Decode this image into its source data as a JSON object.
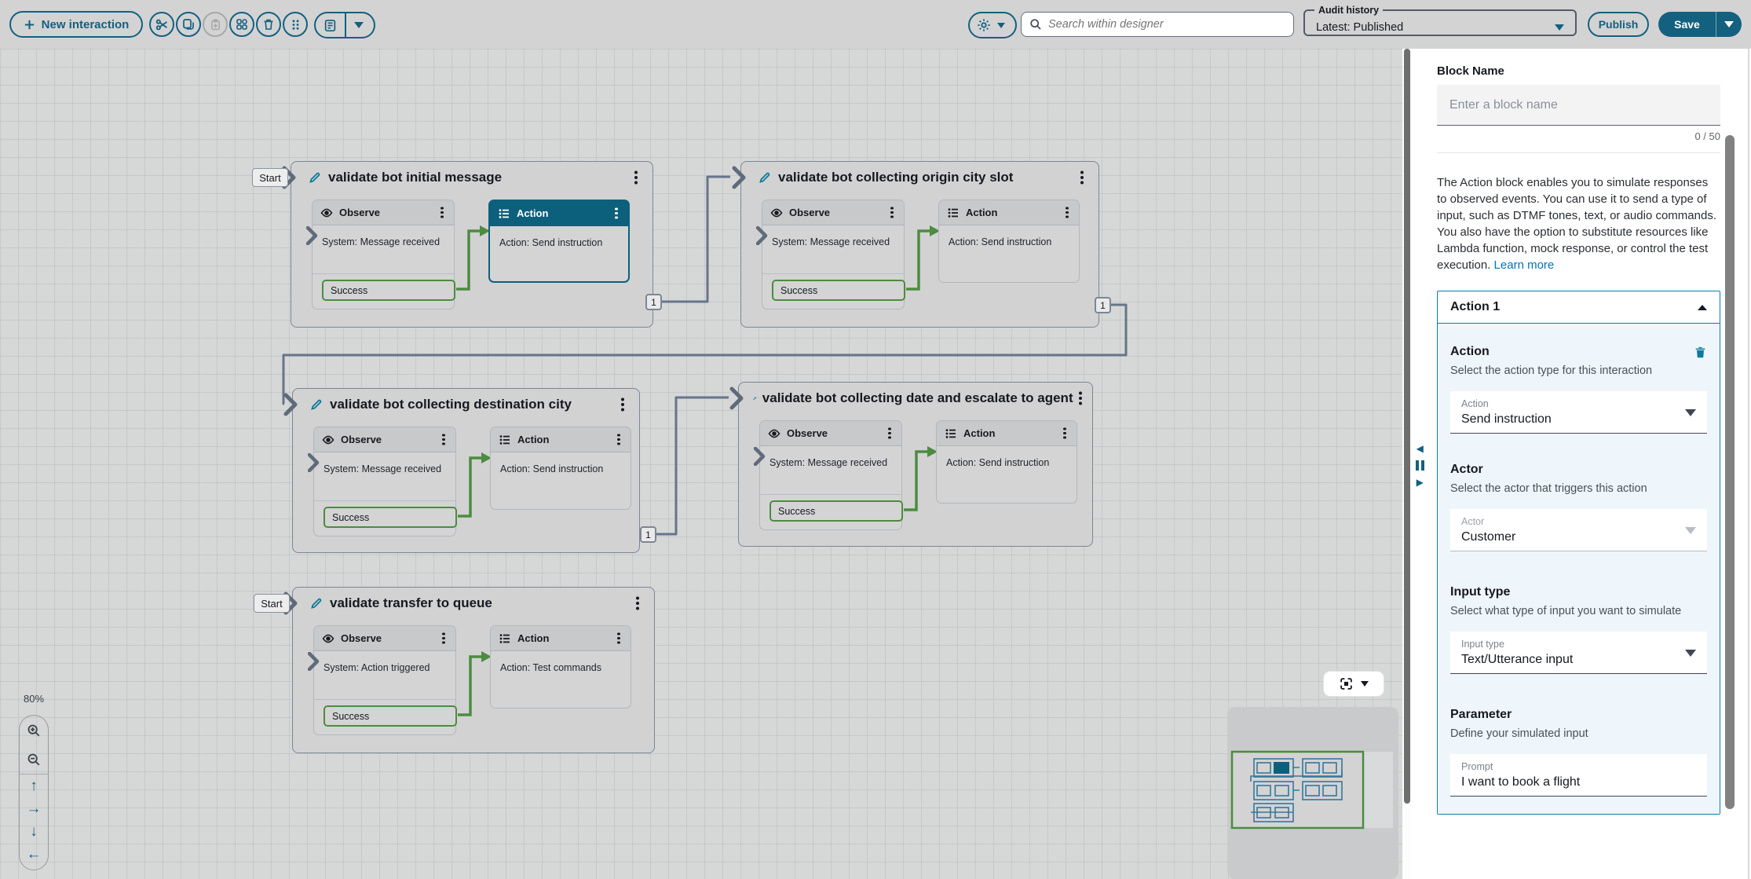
{
  "toolbar": {
    "new_interaction": "New interaction",
    "icon_buttons": [
      "cut",
      "copy",
      "paste",
      "group",
      "delete",
      "drag-handle",
      "notes-menu"
    ],
    "search_placeholder": "Search within designer",
    "audit_history_label": "Audit history",
    "audit_history_value": "Latest: Published",
    "publish": "Publish",
    "save": "Save"
  },
  "canvas": {
    "zoom_level": "80%",
    "start_label": "Start",
    "blocks": [
      {
        "title": "validate bot initial message",
        "observe": {
          "header": "Observe",
          "event": "System: Message received",
          "result": "Success"
        },
        "action": {
          "header": "Action",
          "text": "Action: Send instruction"
        },
        "port": "1"
      },
      {
        "title": "validate bot collecting origin city slot",
        "observe": {
          "header": "Observe",
          "event": "System: Message received",
          "result": "Success"
        },
        "action": {
          "header": "Action",
          "text": "Action: Send instruction"
        },
        "port": "1"
      },
      {
        "title": "validate bot collecting destination city",
        "observe": {
          "header": "Observe",
          "event": "System: Message received",
          "result": "Success"
        },
        "action": {
          "header": "Action",
          "text": "Action: Send instruction"
        },
        "port": "1"
      },
      {
        "title": "validate bot collecting date and escalate to agent",
        "observe": {
          "header": "Observe",
          "event": "System: Message received",
          "result": "Success"
        },
        "action": {
          "header": "Action",
          "text": "Action: Send instruction"
        }
      },
      {
        "title": "validate transfer to queue",
        "observe": {
          "header": "Observe",
          "event": "System: Action triggered",
          "result": "Success"
        },
        "action": {
          "header": "Action",
          "text": "Action: Test commands"
        }
      }
    ]
  },
  "panel": {
    "block_name_label": "Block Name",
    "block_name_placeholder": "Enter a block name",
    "char_count": "0 / 50",
    "description": "The Action block enables you to simulate responses to observed events. You can use it to send a type of input, such as DTMF tones, text, or audio commands. You also have the option to substitute resources like Lambda function, mock response, or control the test execution. ",
    "learn_more": "Learn more",
    "accordion_title": "Action 1",
    "action_section": {
      "heading": "Action",
      "description": "Select the action type for this interaction",
      "field_label": "Action",
      "field_value": "Send instruction"
    },
    "actor_section": {
      "heading": "Actor",
      "description": "Select the actor that triggers this action",
      "field_label": "Actor",
      "field_value": "Customer"
    },
    "input_type_section": {
      "heading": "Input type",
      "description": "Select what type of input you want to simulate",
      "field_label": "Input type",
      "field_value": "Text/Utterance input"
    },
    "parameter_section": {
      "heading": "Parameter",
      "description": "Define your simulated input",
      "field_label": "Prompt",
      "field_value": "I want to book a flight"
    }
  },
  "colors": {
    "accent_teal": "#14607f",
    "selected_header": "#0d607c",
    "success_green": "#4c8c40",
    "link_blue": "#0073bb",
    "accordion_blue": "#0a7bb8"
  }
}
